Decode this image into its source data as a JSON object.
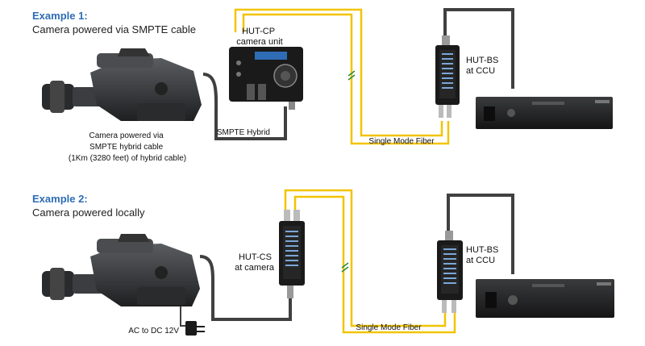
{
  "example1": {
    "title": "Example 1:",
    "subtitle": "Camera powered via SMPTE cable",
    "hut_cp": {
      "line1": "HUT-CP",
      "line2": "camera unit"
    },
    "hut_bs": {
      "line1": "HUT-BS",
      "line2": "at CCU"
    },
    "camera_caption": [
      "Camera powered via",
      "SMPTE hybrid cable",
      "(1Km (3280 feet) of hybrid cable)"
    ],
    "smpte_label": "SMPTE Hybrid",
    "fiber_label": "Single Mode Fiber"
  },
  "example2": {
    "title": "Example 2:",
    "subtitle": "Camera powered locally",
    "hut_cs": {
      "line1": "HUT-CS",
      "line2": "at camera"
    },
    "hut_bs": {
      "line1": "HUT-BS",
      "line2": "at CCU"
    },
    "power_label": "AC to DC 12V",
    "fiber_label": "Single Mode Fiber"
  },
  "colors": {
    "accent": "#2e6cb5",
    "fiber": "#f2c400",
    "cable": "#404040",
    "device": "#1a1a1a",
    "ccu": "#2a2a2a"
  }
}
